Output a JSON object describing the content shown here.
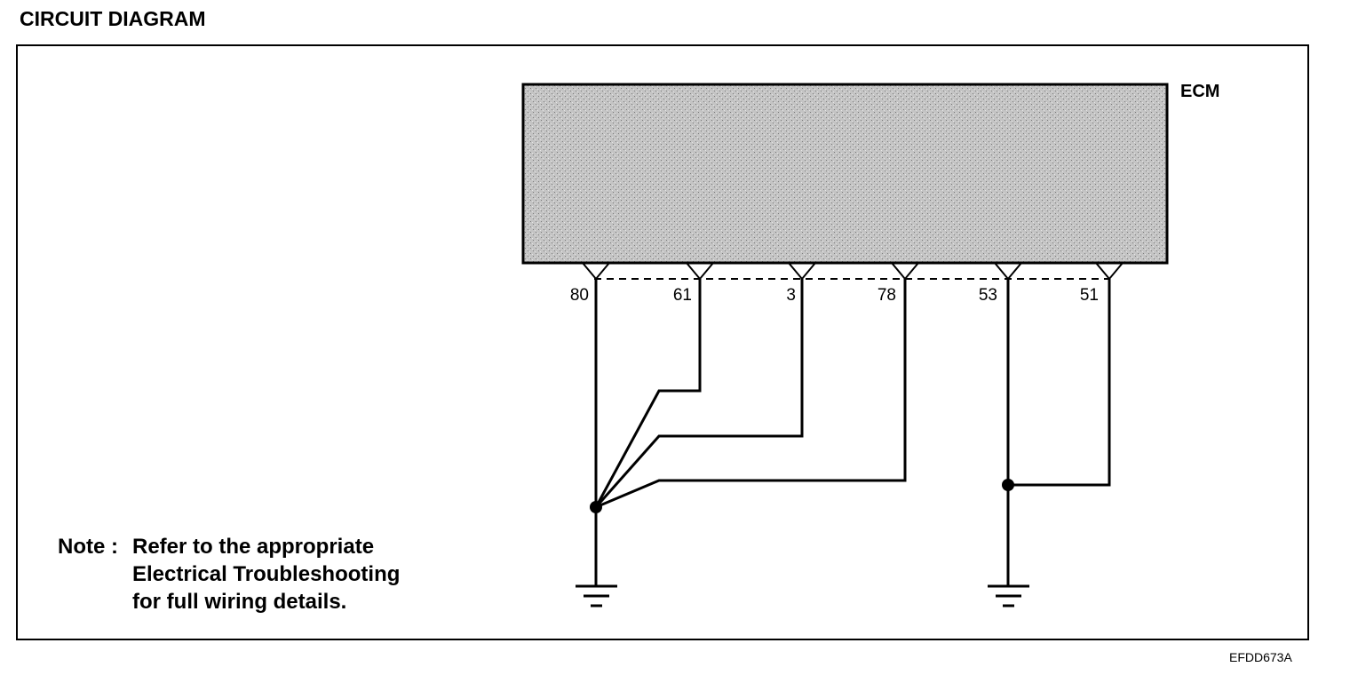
{
  "header": {
    "title": "CIRCUIT DIAGRAM"
  },
  "diagram": {
    "module_label": "ECM",
    "pins": [
      {
        "id": "80",
        "label": "80"
      },
      {
        "id": "61",
        "label": "61"
      },
      {
        "id": "3",
        "label": "3"
      },
      {
        "id": "78",
        "label": "78"
      },
      {
        "id": "53",
        "label": "53"
      },
      {
        "id": "51",
        "label": "51"
      }
    ],
    "connections": [
      {
        "from": "61",
        "to": "splice-left"
      },
      {
        "from": "3",
        "to": "splice-left"
      },
      {
        "from": "78",
        "to": "splice-left"
      },
      {
        "from": "80",
        "to": "splice-left"
      },
      {
        "from": "splice-left",
        "to": "ground-left"
      },
      {
        "from": "51",
        "to": "splice-right"
      },
      {
        "from": "53",
        "to": "splice-right"
      },
      {
        "from": "splice-right",
        "to": "ground-right"
      }
    ]
  },
  "note": {
    "prefix": "Note :",
    "line1": "Refer to the appropriate",
    "line2": "Electrical Troubleshooting",
    "line3": "for full wiring details."
  },
  "footer": {
    "code": "EFDD673A"
  }
}
